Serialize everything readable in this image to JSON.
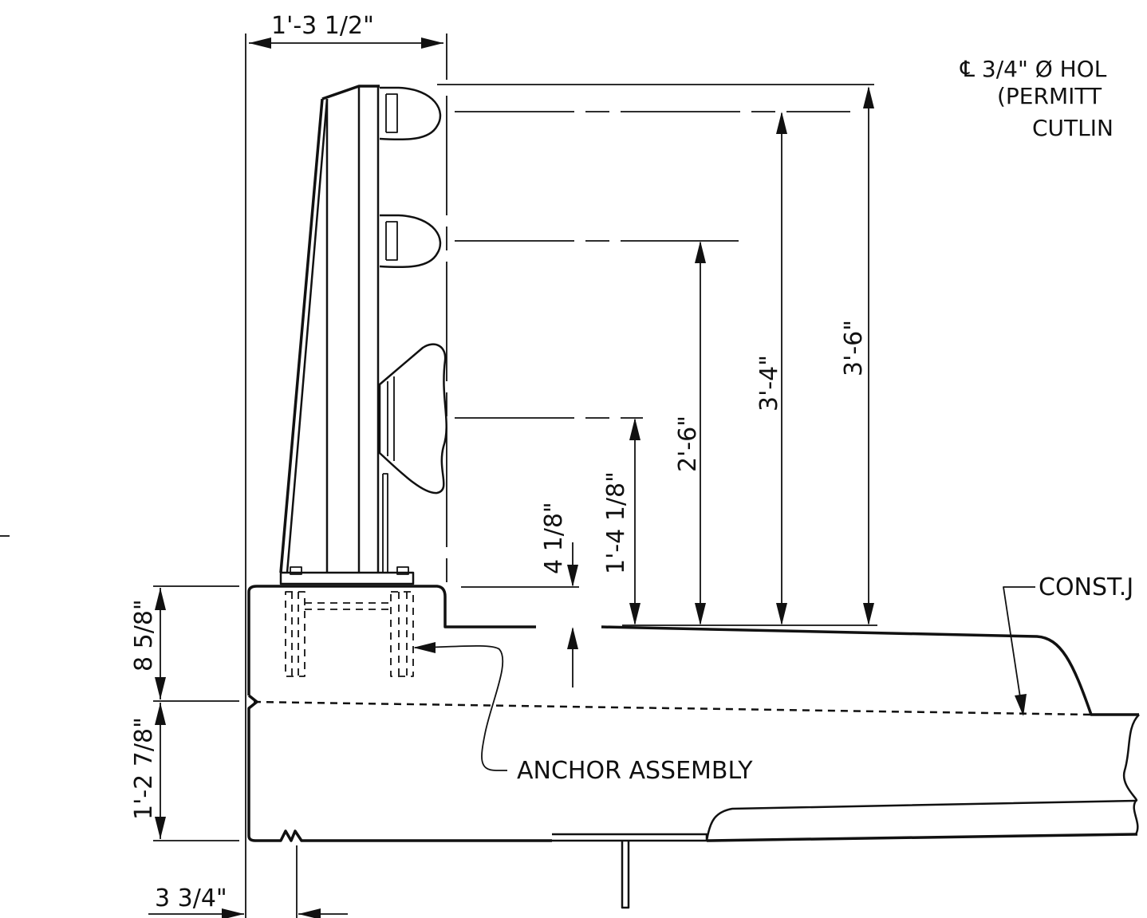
{
  "dimensions": {
    "top_width": "1'-3 1/2\"",
    "height_3_6": "3'-6\"",
    "height_3_4": "3'-4\"",
    "height_2_6": "2'-6\"",
    "height_1_4": "1'-4 1/8\"",
    "curb_4": "4 1/8\"",
    "deck_8": "8 5/8\"",
    "deck_1_2": "1'-2 7/8\"",
    "edge_3": "3 3/4\""
  },
  "labels": {
    "anchor": "ANCHOR ASSEMBLY",
    "const_joint": "CONST.J",
    "note_line1": "℄ 3/4\" Ø HOL",
    "note_line2": "(PERMITT",
    "note_line3": "CUTLIN"
  }
}
